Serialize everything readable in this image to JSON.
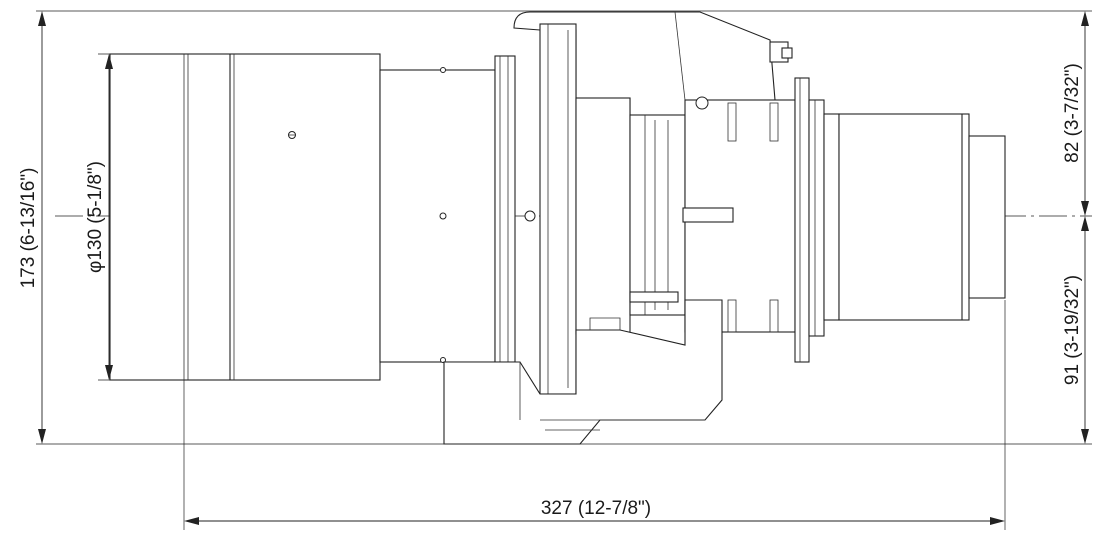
{
  "dimensions": {
    "overall_height": "173 (6-13/16\")",
    "lens_diameter": "φ130 (5-1/8\")",
    "upper_height": "82 (3-7/32\")",
    "lower_height": "91 (3-19/32\")",
    "overall_length": "327 (12-7/8\")"
  }
}
